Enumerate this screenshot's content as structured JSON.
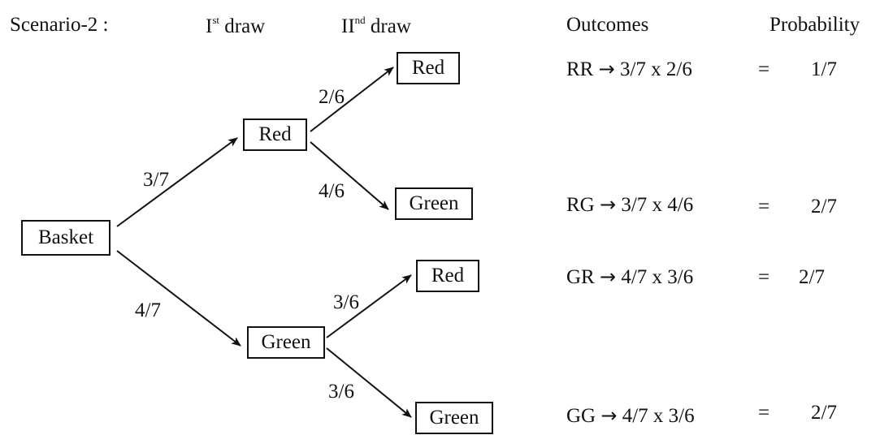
{
  "header": {
    "scenario": "Scenario-2 :",
    "first_draw": {
      "base": "I",
      "sup": "st",
      "rest": " draw"
    },
    "second_draw": {
      "base": "II",
      "sup": "nd",
      "rest": " draw"
    },
    "outcomes": "Outcomes",
    "probability": "Probability"
  },
  "tree": {
    "root": "Basket",
    "first": [
      {
        "label": "Red",
        "prob": "3/7",
        "second": [
          {
            "label": "Red",
            "prob": "2/6"
          },
          {
            "label": "Green",
            "prob": "4/6"
          }
        ]
      },
      {
        "label": "Green",
        "prob": "4/7",
        "second": [
          {
            "label": "Red",
            "prob": "3/6"
          },
          {
            "label": "Green",
            "prob": "3/6"
          }
        ]
      }
    ]
  },
  "outcomes": [
    {
      "code": "RR",
      "arrow": "→",
      "expr": "3/7 x 2/6",
      "eq": "=",
      "result": "1/7"
    },
    {
      "code": "RG",
      "arrow": "→",
      "expr": "3/7 x 4/6",
      "eq": "=",
      "result": "2/7"
    },
    {
      "code": "GR",
      "arrow": "→",
      "expr": "4/7 x 3/6",
      "eq": "=",
      "result": "2/7"
    },
    {
      "code": "GG",
      "arrow": "→",
      "expr": "4/7 x 3/6",
      "eq": "=",
      "result": "2/7"
    }
  ]
}
